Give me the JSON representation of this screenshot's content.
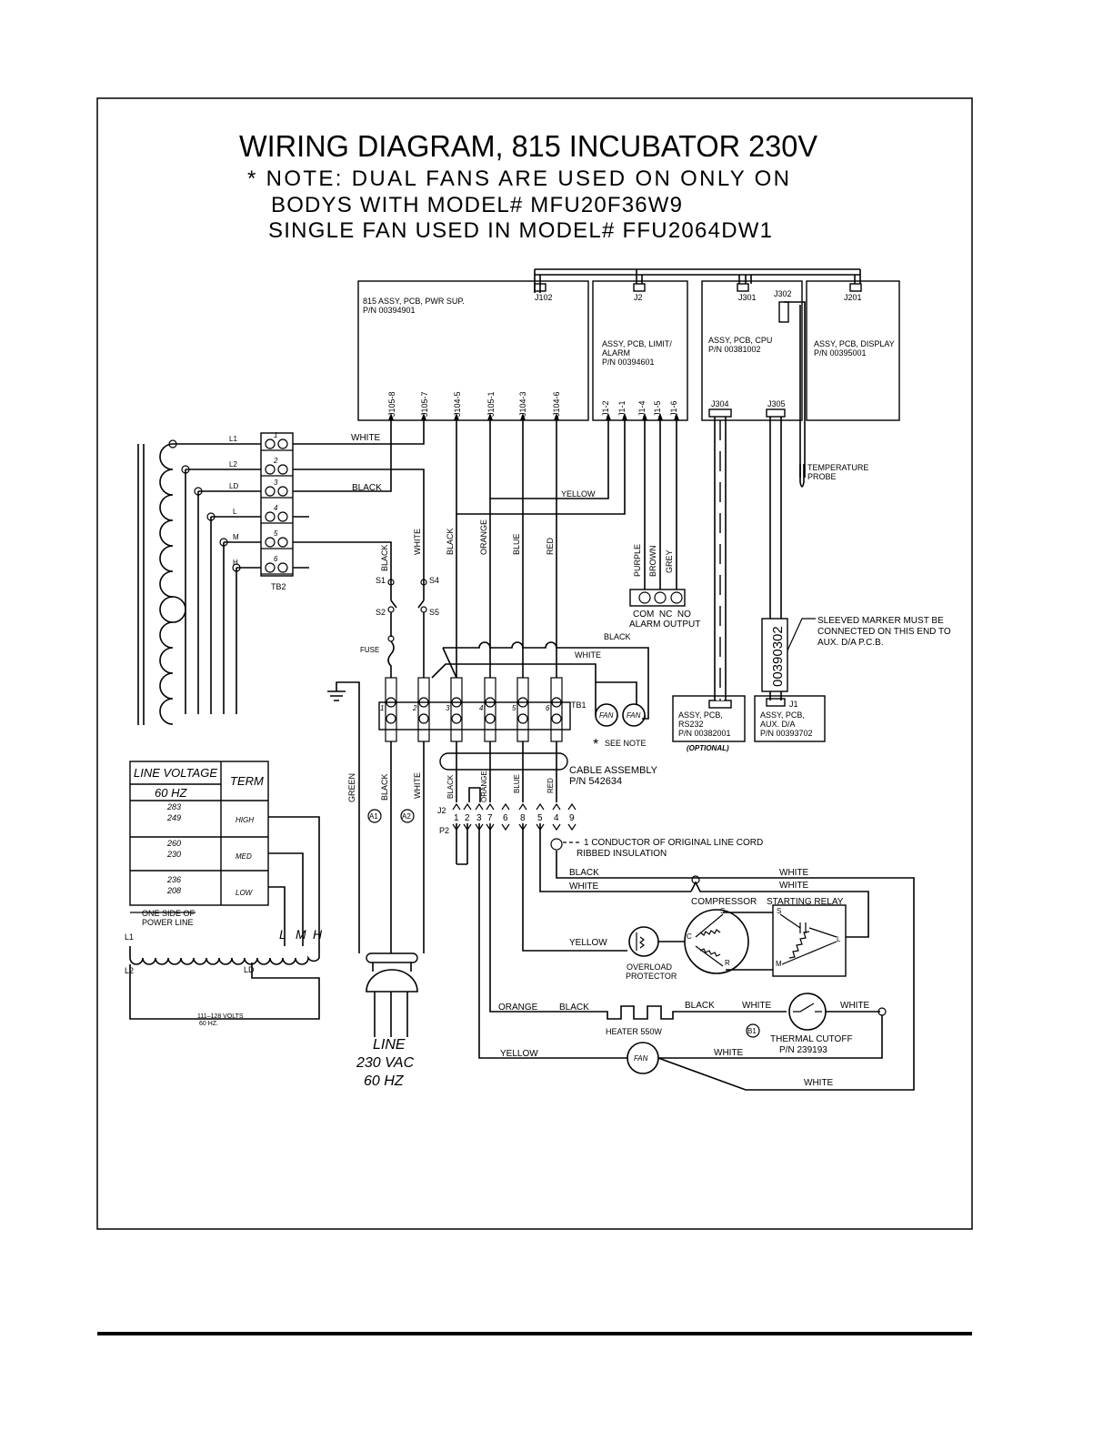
{
  "title": "WIRING DIAGRAM, 815 INCUBATOR 230V",
  "notes": [
    "* NOTE: DUAL FANS ARE USED ON ONLY ON",
    "BODYS WITH MODEL# MFU20F36W9",
    "SINGLE FAN USED IN MODEL# FFU2064DW1"
  ],
  "boards": {
    "pwr_supply": {
      "name": "815 ASSY, PCB, PWR SUP.",
      "pn": "P/N 00394901",
      "connector": "J102",
      "pins": [
        "J105-8",
        "J105-7",
        "J104-5",
        "J105-1",
        "J104-3",
        "J104-6"
      ]
    },
    "limit_alarm": {
      "lines": [
        "ASSY, PCB, LIMIT/",
        "ALARM",
        "P/N 00394601"
      ],
      "connector": "J2",
      "pins": [
        "J1-2",
        "J1-1",
        "J1-4",
        "J1-5",
        "J1-6"
      ]
    },
    "cpu": {
      "name": "ASSY, PCB, CPU",
      "pn": "P/N 00381002",
      "connectors": [
        "J301",
        "J302",
        "J304",
        "J305"
      ]
    },
    "display": {
      "name": "ASSY, PCB, DISPLAY",
      "pn": "P/N 00395001",
      "connector": "J201"
    },
    "rs232": {
      "lines": [
        "ASSY, PCB,",
        "RS232",
        "P/N 00382001"
      ],
      "optional": "(OPTIONAL)"
    },
    "aux_da": {
      "lines": [
        "ASSY, PCB,",
        "AUX. D/A",
        "P/N 00393702"
      ],
      "connector": "J1"
    }
  },
  "temperature_probe": [
    "TEMPERATURE",
    "PROBE"
  ],
  "sleeve_marker": "00390302",
  "sleeve_note": [
    "SLEEVED MARKER MUST BE",
    "CONNECTED ON THIS END TO",
    "AUX. D/A P.C.B."
  ],
  "tb2": {
    "label": "TB2",
    "taps": [
      "L1",
      "L2",
      "LD",
      "L",
      "M",
      "H"
    ],
    "numbers": [
      "1",
      "2",
      "3",
      "4",
      "5",
      "6"
    ]
  },
  "tb1": {
    "label": "TB1",
    "numbers": [
      "1",
      "2",
      "3",
      "4",
      "5",
      "6"
    ]
  },
  "switches": [
    "S1",
    "S2",
    "S4",
    "S5"
  ],
  "fuse": "FUSE",
  "wire_colors": {
    "white": "WHITE",
    "black": "BLACK",
    "yellow": "YELLOW",
    "orange": "ORANGE",
    "blue": "BLUE",
    "red": "RED",
    "purple": "PURPLE",
    "brown": "BROWN",
    "grey": "GREY",
    "green": "GREEN"
  },
  "alarm_output": {
    "terminals": "COM  NC  NO",
    "label": "ALARM OUTPUT"
  },
  "fan": "FAN",
  "see_note": "SEE NOTE",
  "cable_assembly": [
    "CABLE ASSEMBLY",
    "P/N 542634"
  ],
  "j2_pins": [
    "1",
    "2",
    "3",
    "7",
    "6",
    "8",
    "5",
    "4",
    "9"
  ],
  "conn_labels": {
    "j2": "J2",
    "p2": "P2"
  },
  "line_cord_note": [
    "1 CONDUCTOR OF ORIGINAL LINE CORD",
    "RIBBED INSULATION"
  ],
  "ground_markers": [
    "A1",
    "A2"
  ],
  "line_input": [
    "LINE",
    "230 VAC",
    "60 HZ"
  ],
  "voltage_table": {
    "headers": [
      "LINE VOLTAGE",
      "60 HZ",
      "TERM"
    ],
    "rows": [
      {
        "volts": [
          "283",
          "249"
        ],
        "term": "HIGH"
      },
      {
        "volts": [
          "260",
          "230"
        ],
        "term": "MED"
      },
      {
        "volts": [
          "236",
          "208"
        ],
        "term": "LOW"
      }
    ]
  },
  "transformer": {
    "one_side": [
      "ONE SIDE OF",
      "POWER LINE"
    ],
    "taps": [
      "L1",
      "L2",
      "LD",
      "L",
      "M",
      "H"
    ],
    "volts": [
      "111–128 VOLTS",
      "60 HZ."
    ]
  },
  "components": {
    "compressor": "COMPRESSOR",
    "starting_relay": "STARTING RELAY",
    "overload": [
      "OVERLOAD",
      "PROTECTOR"
    ],
    "heater": "HEATER 550W",
    "thermal_cutoff": [
      "THERMAL CUTOFF",
      "P/N 239193"
    ],
    "b1": "B1",
    "comp_terminals": [
      "S",
      "C",
      "R"
    ],
    "relay_terminals": [
      "S",
      "L",
      "M"
    ]
  }
}
